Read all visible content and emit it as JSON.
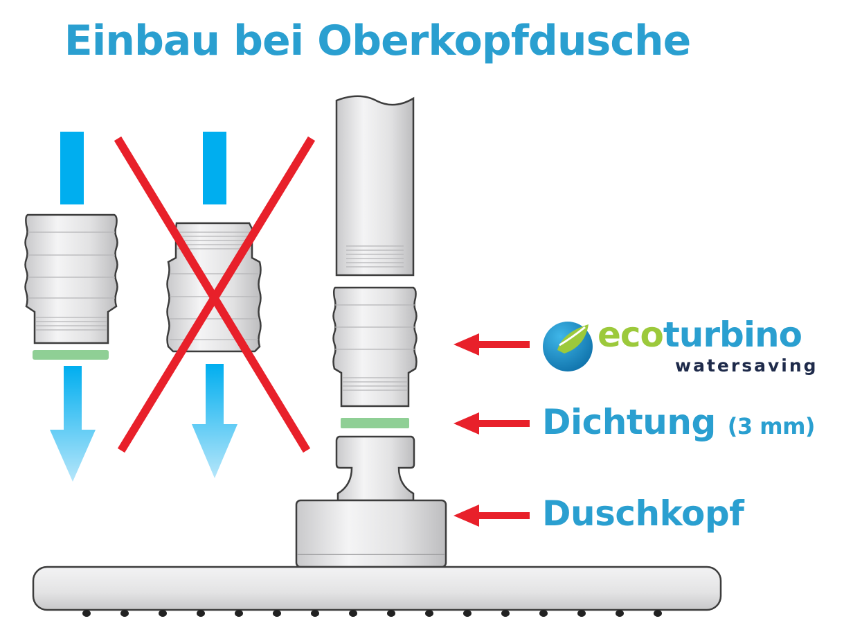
{
  "title": "Einbau bei Oberkopfdusche",
  "labels": {
    "dichtung": "Dichtung",
    "dichtung_size": "(3 mm)",
    "duschkopf": "Duschkopf"
  },
  "logo": {
    "part1": "eco",
    "part2": "turbino",
    "tagline": "watersaving"
  },
  "colors": {
    "title": "#2a9fd0",
    "label": "#2a9fd0",
    "flow_arrow": "#00aeef",
    "flow_arrow_light": "#9edcf7",
    "pointer_arrow": "#e8202a",
    "cross": "#e8202a",
    "seal": "#8fcf95",
    "metal": "#e6e6e7",
    "outline": "#3c3c3c",
    "logo_eco": "#9cc93b",
    "logo_turbino": "#2a9fd0",
    "logo_tagline": "#1e2a4a"
  },
  "icons": [
    "water-flow-arrow",
    "red-cross",
    "pointer-arrow",
    "logo-drop-icon"
  ]
}
